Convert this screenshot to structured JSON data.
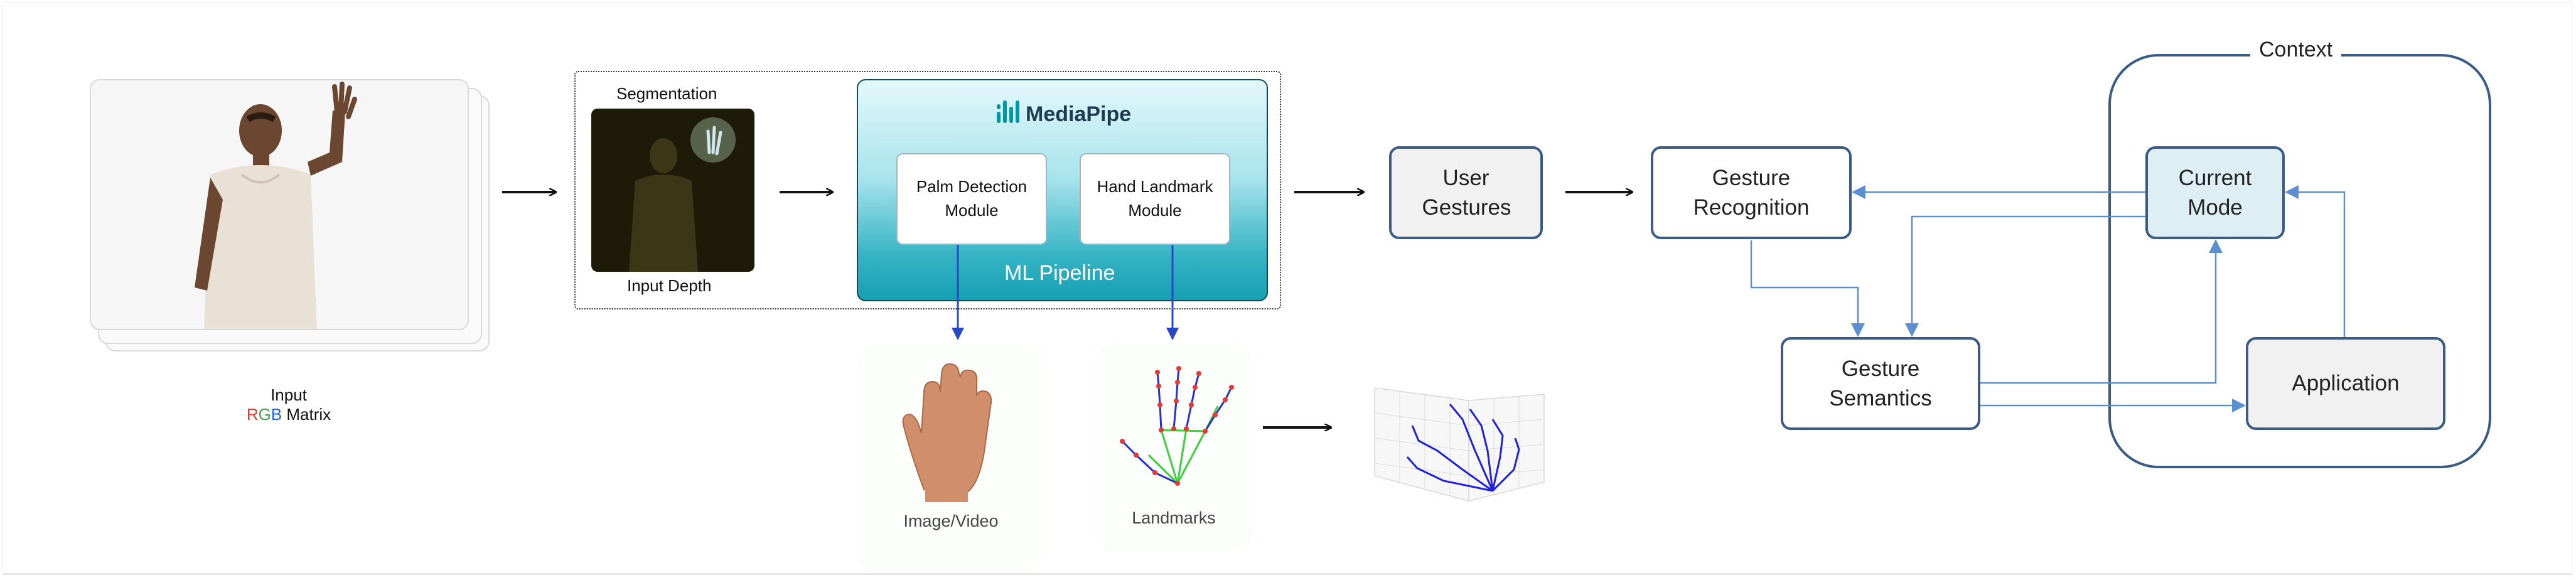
{
  "input": {
    "label_line1": "Input",
    "label_r": "R",
    "label_g": "G",
    "label_b": "B",
    "label_rest": " Matrix"
  },
  "segmentation": {
    "title": "Segmentation",
    "caption": "Input Depth"
  },
  "pipeline": {
    "brand": "MediaPipe",
    "palm_module": "Palm Detection Module",
    "hand_module": "Hand Landmark Module",
    "label": "ML Pipeline"
  },
  "outputs": {
    "image_caption": "Image/Video",
    "landmarks_caption": "Landmarks"
  },
  "flow": {
    "user_gestures": "User Gestures",
    "gesture_recognition": "Gesture Recognition",
    "gesture_semantics": "Gesture Semantics",
    "current_mode": "Current Mode",
    "application": "Application",
    "context": "Context"
  },
  "colors": {
    "node_border": "#3b5b86",
    "connector": "#5b8fd0",
    "pipeline_teal": "#16a0b2",
    "rgb_r": "#e53935",
    "rgb_g": "#43a047",
    "rgb_b": "#1e63d6"
  }
}
